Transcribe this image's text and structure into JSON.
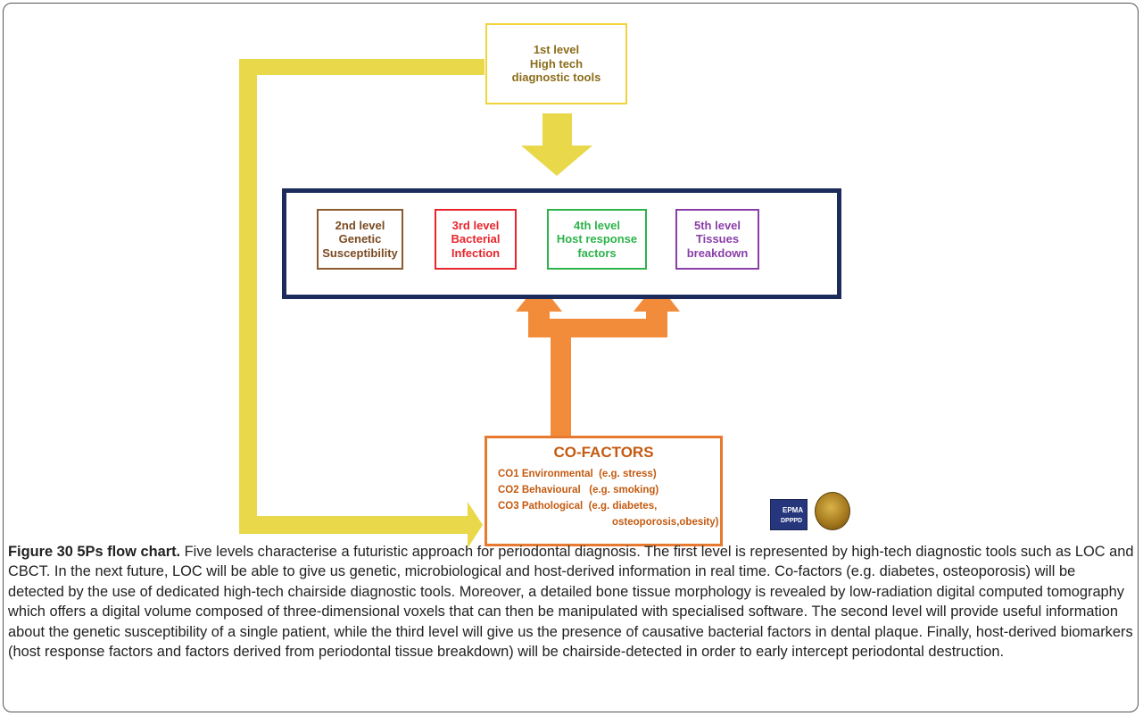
{
  "diagram": {
    "level1": {
      "line1": "1st level",
      "line2": "High tech",
      "line3": "diagnostic tools"
    },
    "level2": {
      "line1": "2nd level",
      "line2": "Genetic",
      "line3": "Susceptibility"
    },
    "level3": {
      "line1": "3rd level",
      "line2": "Bacterial",
      "line3": "Infection"
    },
    "level4": {
      "line1": "4th level",
      "line2": "Host response",
      "line3": "factors"
    },
    "level5": {
      "line1": "5th level",
      "line2": "Tissues",
      "line3": "breakdown"
    },
    "cofactors": {
      "title": "CO-FACTORS",
      "line1": "CO1 Environmental  (e.g. stress)",
      "line2": "CO2 Behavioural   (e.g. smoking)",
      "line3": "CO3 Pathological  (e.g. diabetes,",
      "line4": "osteoporosis,obesity)"
    },
    "logo_epma": {
      "line1": "EPMA",
      "line2": "DPPPD"
    },
    "colors": {
      "yellow_arrow": "#e8d84a",
      "orange_arrow": "#f28c3a",
      "blue_arrow": "#3f78c2",
      "frame": "#1d2a5c"
    }
  },
  "caption": {
    "label": "Figure 30 5Ps flow chart.",
    "text": " Five levels characterise a futuristic approach for periodontal diagnosis. The first level is represented by high-tech diagnostic tools such as LOC and CBCT. In the next future, LOC will be able to give us genetic, microbiological and host-derived information in real time. Co-factors (e.g. diabetes, osteoporosis) will be detected by the use of dedicated high-tech chairside diagnostic tools. Moreover, a detailed bone tissue morphology is revealed by low-radiation digital computed tomography which offers a digital volume composed of three-dimensional voxels that can then be manipulated with specialised software. The second level will provide useful information about the genetic susceptibility of a single patient, while the third level will give us the presence of causative bacterial factors in dental plaque. Finally, host-derived biomarkers (host response factors and factors derived from periodontal tissue breakdown) will be chairside-detected in order to early intercept periodontal destruction."
  }
}
